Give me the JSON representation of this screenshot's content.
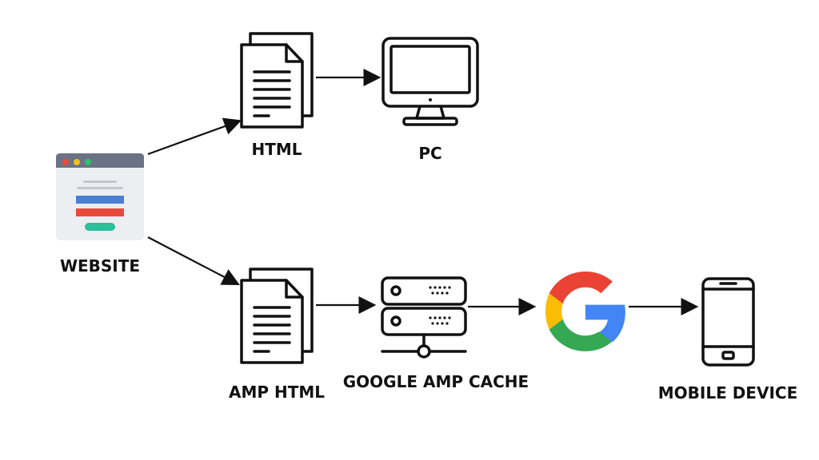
{
  "nodes": {
    "website": {
      "label": "WEBSITE"
    },
    "html": {
      "label": "HTML"
    },
    "pc": {
      "label": "PC"
    },
    "amp_html": {
      "label": "AMP HTML"
    },
    "amp_cache": {
      "label": "GOOGLE AMP CACHE"
    },
    "google": {
      "label": ""
    },
    "mobile": {
      "label": "MOBILE DEVICE"
    }
  },
  "edges": [
    {
      "from": "website",
      "to": "html"
    },
    {
      "from": "html",
      "to": "pc"
    },
    {
      "from": "website",
      "to": "amp_html"
    },
    {
      "from": "amp_html",
      "to": "amp_cache"
    },
    {
      "from": "amp_cache",
      "to": "google"
    },
    {
      "from": "google",
      "to": "mobile"
    }
  ],
  "icons": {
    "website": "browser-window-icon",
    "html": "document-icon",
    "pc": "monitor-icon",
    "amp_html": "document-icon",
    "amp_cache": "server-icon",
    "google": "google-logo-icon",
    "mobile": "smartphone-icon"
  },
  "colors": {
    "stroke": "#111111",
    "browser_bar": "#6b7285",
    "browser_body": "#eceef1",
    "dot_red": "#e94b3c",
    "dot_yellow": "#f2c31c",
    "dot_green": "#2fc16e",
    "bar_blue": "#4a7fd1",
    "bar_red": "#e64a3b",
    "pill_teal": "#2bbf9a",
    "google_blue": "#4285F4",
    "google_red": "#EA4335",
    "google_yellow": "#FBBC05",
    "google_green": "#34A853"
  }
}
